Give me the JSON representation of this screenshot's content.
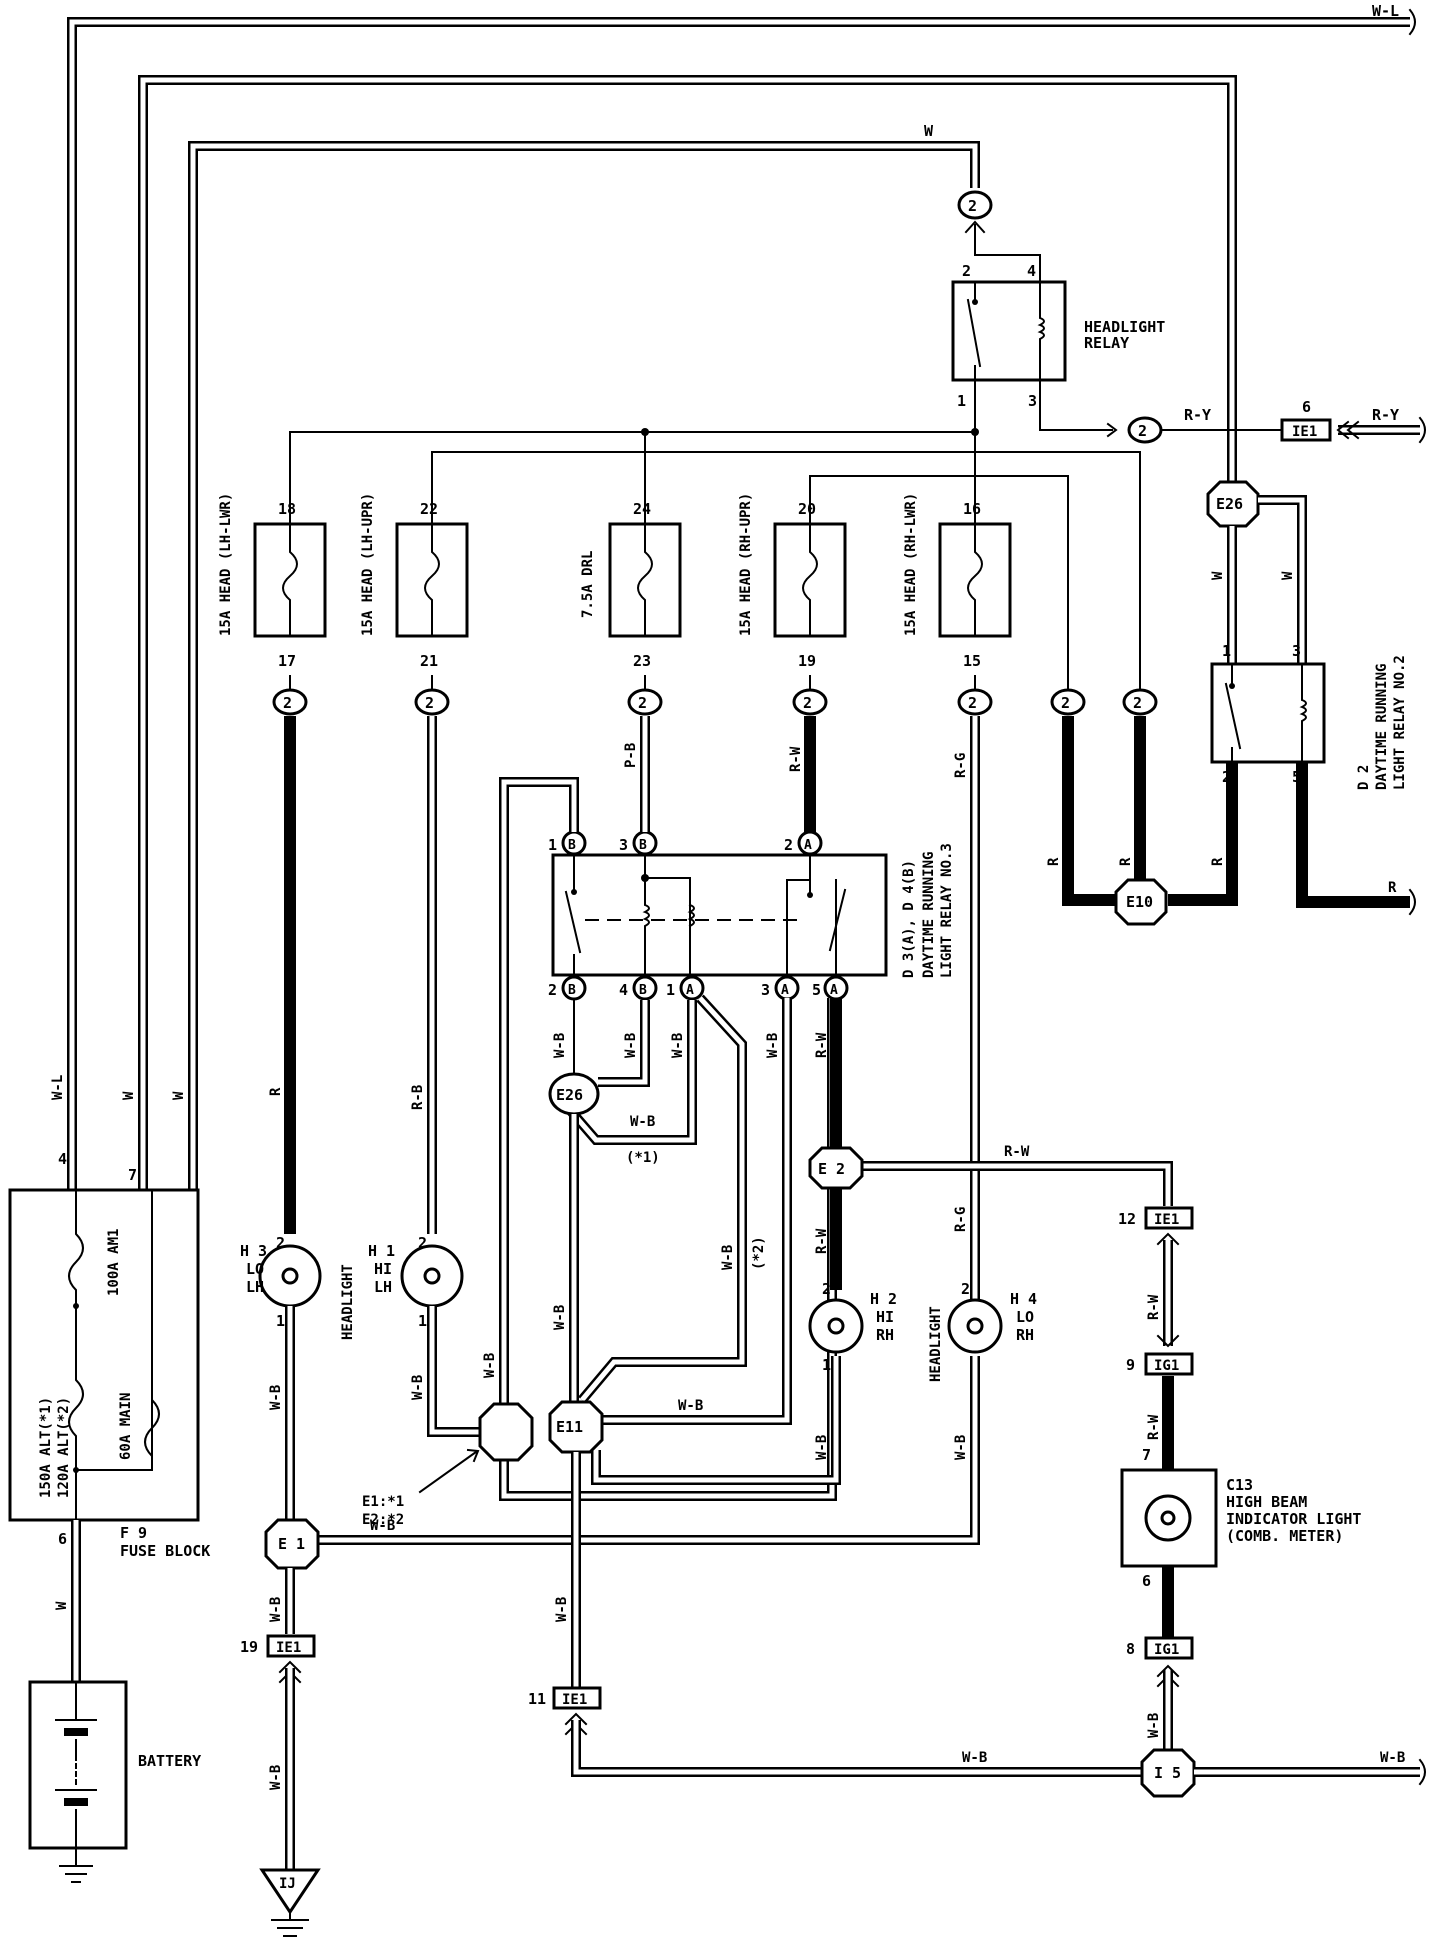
{
  "wire_colors": {
    "wl": "W-L",
    "w": "W",
    "r": "R",
    "rb": "R-B",
    "pb": "P-B",
    "rw": "R-W",
    "rg": "R-G",
    "wb": "W-B",
    "ry": "R-Y"
  },
  "fuses": [
    {
      "id": "f18",
      "pin_top": "18",
      "pin_bottom": "17",
      "label": "15A HEAD (LH-LWR)"
    },
    {
      "id": "f22",
      "pin_top": "22",
      "pin_bottom": "21",
      "label": "15A HEAD (LH-UPR)"
    },
    {
      "id": "f24",
      "pin_top": "24",
      "pin_bottom": "23",
      "label": "7.5A DRL"
    },
    {
      "id": "f20",
      "pin_top": "20",
      "pin_bottom": "19",
      "label": "15A HEAD (RH-UPR)"
    },
    {
      "id": "f16",
      "pin_top": "16",
      "pin_bottom": "15",
      "label": "15A HEAD (RH-LWR)"
    }
  ],
  "fuse_block": {
    "pin_4": "4",
    "pin_7": "7",
    "pin_6": "6",
    "f100": "100A AM1",
    "f150": "150A ALT(*1)",
    "f120": "120A ALT(*2)",
    "f60": "60A MAIN",
    "name": "F 9",
    "title": "FUSE BLOCK"
  },
  "headlight_relay": {
    "title_1": "HEADLIGHT",
    "title_2": "RELAY",
    "pin_2": "2",
    "pin_4": "4",
    "pin_1": "1",
    "pin_3": "3"
  },
  "drl_relay2": {
    "code": "D 2",
    "title_1": "DAYTIME RUNNING",
    "title_2": "LIGHT RELAY NO.2",
    "pin_1": "1",
    "pin_3": "3",
    "pin_2": "2",
    "pin_5": "5"
  },
  "drl_relay3": {
    "code": "D 3(A), D 4(B)",
    "title_1": "DAYTIME RUNNING",
    "title_2": "LIGHT RELAY NO.3",
    "top_pins": [
      {
        "n": "1",
        "c": "B"
      },
      {
        "n": "3",
        "c": "B"
      },
      {
        "n": "2",
        "c": "A"
      }
    ],
    "bottom_pins": [
      {
        "n": "2",
        "c": "B"
      },
      {
        "n": "4",
        "c": "B"
      },
      {
        "n": "1",
        "c": "A"
      },
      {
        "n": "3",
        "c": "A"
      },
      {
        "n": "5",
        "c": "A"
      }
    ]
  },
  "headlights": {
    "h3": {
      "code": "H 3",
      "l1": "LO",
      "l2": "LH",
      "pin_top": "2",
      "pin_bottom": "1"
    },
    "h1": {
      "code": "H 1",
      "l1": "HI",
      "l2": "LH",
      "pin_top": "2",
      "pin_bottom": "1"
    },
    "h2": {
      "code": "H 2",
      "l1": "HI",
      "l2": "RH",
      "pin_top": "2",
      "pin_bottom": "1"
    },
    "h4": {
      "code": "H 4",
      "l1": "LO",
      "l2": "RH",
      "pin_top": "2",
      "pin_bottom": "1"
    },
    "left_label": "HEADLIGHT",
    "right_label": "HEADLIGHT"
  },
  "indicator": {
    "code": "C13",
    "l1": "HIGH BEAM",
    "l2": "INDICATOR LIGHT",
    "l3": "(COMB. METER)",
    "pin_top": "7",
    "pin_bottom": "6"
  },
  "junctions": {
    "e26_top": "E26",
    "e26_mid": "E26",
    "e10": "E10",
    "e2": "E 2",
    "e11": "E11",
    "e1": "E 1",
    "i5": "I 5",
    "ij": "IJ",
    "e1e2_note_1": "E1:*1",
    "e1e2_note_2": "E2:*2",
    "note_1": "(*1)",
    "note_2": "(*2)"
  },
  "connectors": {
    "ie1_top": "IE1",
    "ie1_top_pin": "6",
    "c2": "2",
    "ie1_12": "IE1",
    "ie1_12_pin": "12",
    "ig1_9": "IG1",
    "ig1_9_pin": "9",
    "ig1_8": "IG1",
    "ig1_8_pin": "8",
    "ie1_19": "IE1",
    "ie1_19_pin": "19",
    "ie1_11": "IE1",
    "ie1_11_pin": "11"
  },
  "battery": {
    "label": "BATTERY"
  }
}
